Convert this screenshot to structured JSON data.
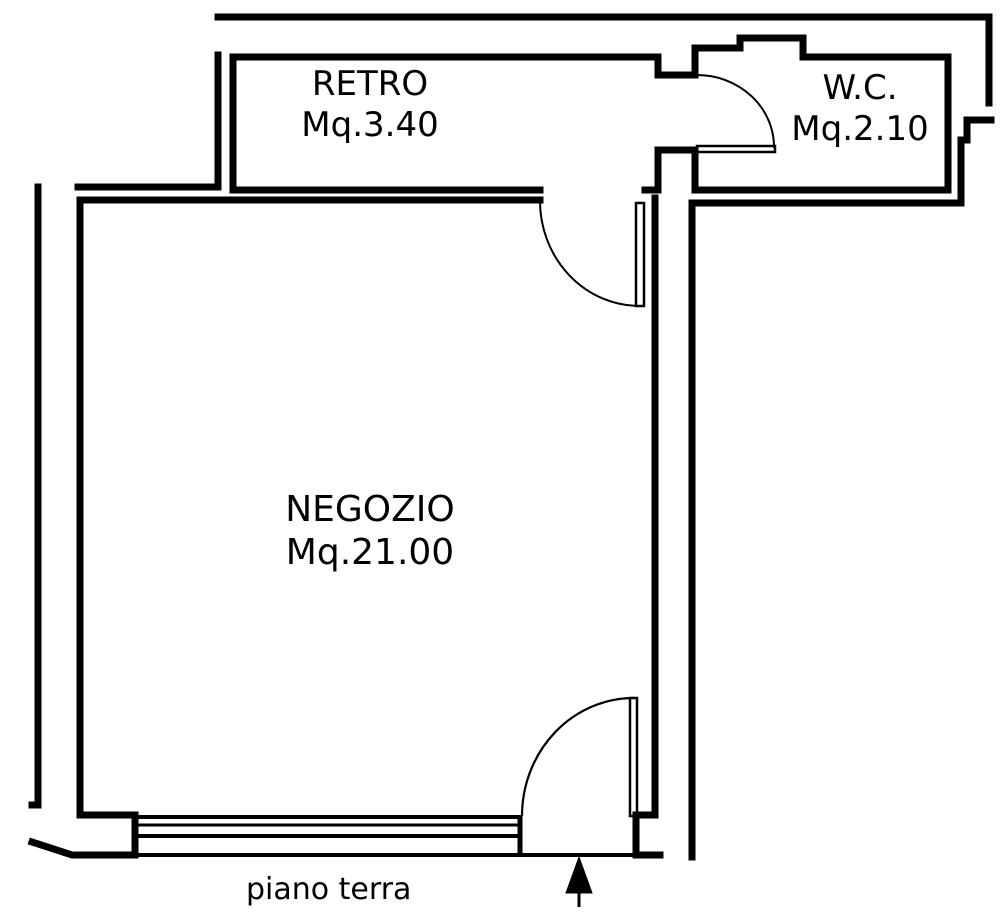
{
  "plan": {
    "caption": "piano terra",
    "entrance_marker": "arrow-up-icon",
    "colors": {
      "ink": "#000000",
      "background": "#ffffff"
    },
    "rooms": [
      {
        "id": "retro",
        "name": "RETRO",
        "area": "Mq.3.40"
      },
      {
        "id": "wc",
        "name": "W.C.",
        "area": "Mq.2.10"
      },
      {
        "id": "negozio",
        "name": "NEGOZIO",
        "area": "Mq.21.00"
      }
    ]
  }
}
